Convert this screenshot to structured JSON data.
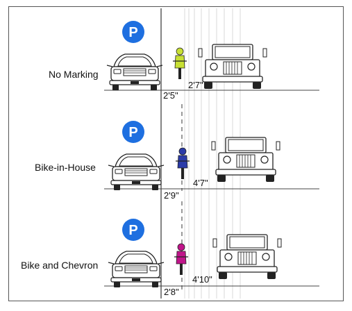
{
  "rows": [
    {
      "label": "No Marking",
      "distance_car": "2'5\"",
      "distance_truck": "2'7\"",
      "parking_symbol": "P",
      "cyclist_color": "#c8e034",
      "parking_icon_color": "#1e6fe0"
    },
    {
      "label": "Bike-in-House",
      "distance_car": "2'9\"",
      "distance_truck": "4'7\"",
      "parking_symbol": "P",
      "cyclist_color": "#2a3aa8",
      "parking_icon_color": "#1e6fe0"
    },
    {
      "label": "Bike and Chevron",
      "distance_car": "2'8\"",
      "distance_truck": "4'10\"",
      "parking_symbol": "P",
      "cyclist_color": "#c0148a",
      "parking_icon_color": "#1e6fe0"
    }
  ],
  "icons": {
    "parking": "parking-icon",
    "car": "parked-car-icon",
    "truck": "truck-icon",
    "cyclist": "cyclist-icon"
  }
}
